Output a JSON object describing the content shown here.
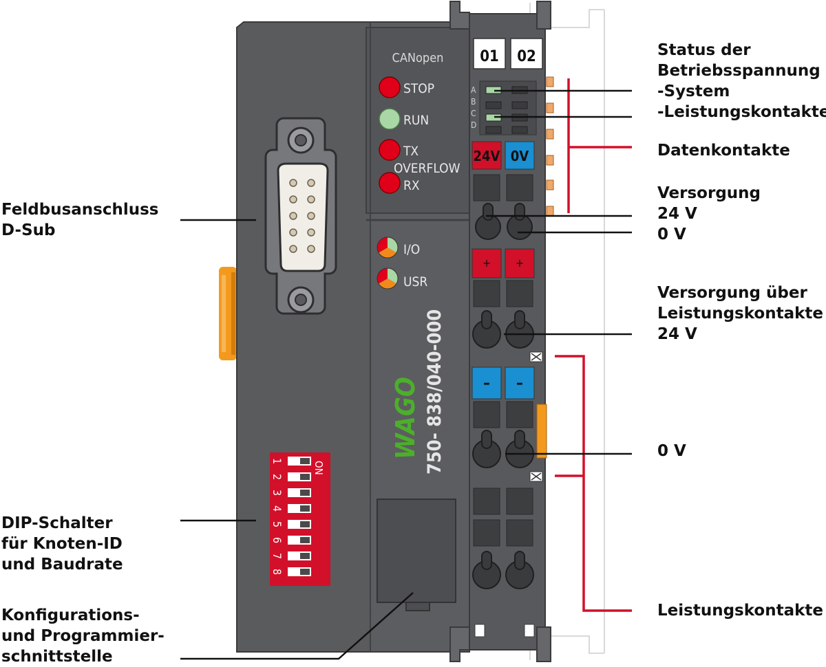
{
  "device": {
    "protocol": "CANopen",
    "model": "750- 838/040-000",
    "brand": "WAGO",
    "leds": [
      "STOP",
      "RUN",
      "TX",
      "OVERFLOW",
      "RX",
      "I/O",
      "USR"
    ],
    "status_rows": [
      "A",
      "B",
      "C",
      "D"
    ],
    "terminal_numbers": [
      "01",
      "02"
    ],
    "supply_marks": [
      "24V",
      "0V"
    ],
    "plus_mark": "+",
    "minus_mark": "–",
    "dip": {
      "on_label": "ON",
      "numbers": [
        "1",
        "2",
        "3",
        "4",
        "5",
        "6",
        "7",
        "8"
      ]
    }
  },
  "labels": {
    "left": [
      {
        "key": "dsub",
        "lines": [
          "Feldbusanschluss",
          "D-Sub"
        ]
      },
      {
        "key": "dip",
        "lines": [
          "DIP-Schalter",
          "für Knoten-ID",
          "und Baudrate"
        ]
      },
      {
        "key": "config",
        "lines": [
          "Konfigurations-",
          "und Programmier-",
          "schnittstelle"
        ]
      }
    ],
    "right": [
      {
        "key": "status",
        "lines": [
          "Status der",
          "Betriebsspannung",
          "-System",
          "-Leistungskontakte"
        ]
      },
      {
        "key": "data",
        "lines": [
          "Datenkontakte"
        ]
      },
      {
        "key": "supply",
        "lines": [
          "Versorgung",
          "24 V",
          "0 V"
        ]
      },
      {
        "key": "supply_power",
        "lines": [
          "Versorgung über",
          "Leistungskontakte",
          "24 V"
        ]
      },
      {
        "key": "zero",
        "lines": [
          "0 V"
        ]
      },
      {
        "key": "power",
        "lines": [
          "Leistungskontakte"
        ]
      }
    ]
  },
  "colors": {
    "housing": "#5a5b5d",
    "housing_dark": "#3e3f41",
    "accent_red": "#d2102a",
    "accent_blue": "#1a8fd1",
    "led_red": "#e0001a",
    "led_green": "#a9d7a5",
    "brand_green": "#4caf2b",
    "latch_orange": "#f39a1e"
  }
}
